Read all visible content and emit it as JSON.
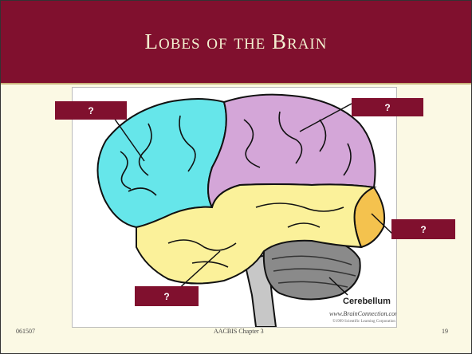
{
  "slide": {
    "title": "Lobes of the Brain",
    "labels": {
      "frontal": "?",
      "parietal": "?",
      "occipital": "?",
      "temporal": "?"
    },
    "structure_label": "Cerebellum",
    "credit": "www.BrainConnection.com",
    "credit_sub": "©1999 Scientific Learning Corporation",
    "footer": {
      "left": "061507",
      "center": "AACBIS Chapter 3",
      "right": "19"
    },
    "colors": {
      "title_bar": "#80102e",
      "frontal": "#66e6ea",
      "parietal": "#d4a6d8",
      "temporal": "#fbf19a",
      "occipital": "#f4c24e",
      "cerebellum": "#8a8a8a"
    }
  }
}
